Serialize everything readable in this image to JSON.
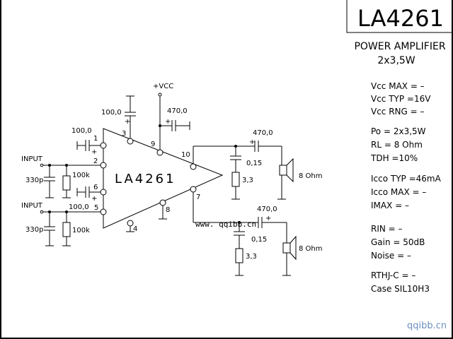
{
  "title_block": {
    "part_number": "LA4261",
    "description": "POWER AMPLIFIER",
    "power_rating": "2x3,5W"
  },
  "specs": {
    "vcc_max": "Vcc MAX = –",
    "vcc_typ": "Vcc TYP =16V",
    "vcc_rng": "Vcc RNG = –",
    "po": "Po  = 2x3,5W",
    "rl": "RL  = 8 Ohm",
    "tdh": "TDH =10%",
    "icco_typ": "Icco TYP =46mA",
    "icco_max": "Icco MAX = –",
    "imax": "IMAX  =    –",
    "rin": "RIN  =  –",
    "gain": "Gain  = 50dB",
    "noise": "Noise =  –",
    "rthj": "RTHJ-C = –",
    "case": "Case SIL10H3"
  },
  "schematic": {
    "chip_label": "LA4261",
    "vcc_label": "+VCC",
    "pins": [
      "1",
      "2",
      "3",
      "4",
      "5",
      "6",
      "7",
      "8",
      "9",
      "10"
    ],
    "input_labels": [
      "INPUT",
      "INPUT"
    ],
    "components": {
      "c_pin1": "100,0",
      "c_pin5": "100,0",
      "c_pin3": "100,0",
      "c_vcc": "470,0",
      "c_out1": "470,0",
      "c_out2": "470,0",
      "c_in1": "330p",
      "c_in2": "330p",
      "r_in1": "100k",
      "r_in2": "100k",
      "c_zobel1": "0,15",
      "c_zobel2": "0,15",
      "r_zobel1": "3,3",
      "r_zobel2": "3,3",
      "spk1": "8 Ohm",
      "spk2": "8 Ohm"
    },
    "plus_sign": "+"
  },
  "watermarks": {
    "inline": "www. qqibb.cn",
    "corner": "qqibb.cn"
  },
  "colors": {
    "ink": "#000000",
    "watermark": "#6a8fbf"
  }
}
